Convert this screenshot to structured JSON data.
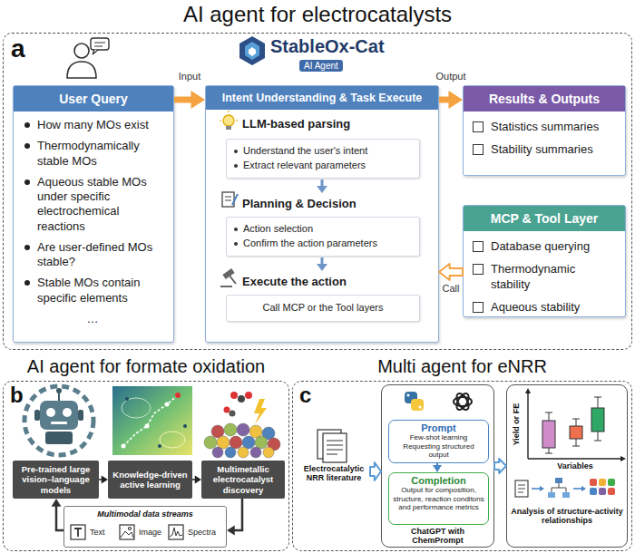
{
  "diagram": {
    "nodes": [
      {
        "text": [
          "AI agent for electrocatalysts",
          "a"
        ]
      },
      {
        "text": [
          "User Query",
          "How many MOs exist",
          "Thermodynamically stable MOs",
          "Aqueous stable MOs under specific electrochemical reactions",
          "Are user-defined MOs stable?",
          "Stable MOs contain specific elements",
          "…"
        ],
        "in": 0
      },
      {
        "text": [
          "Intent Understanding & Task Execute",
          "LLM-based parsing",
          "Planning & Decision",
          "Execute the action"
        ],
        "in": 0
      },
      {
        "text": [
          "Understand the user's intent",
          "Extract relevant parameters"
        ],
        "in": 2
      },
      {
        "text": [
          "Action selection",
          "Confirm the action parameters"
        ],
        "in": 2
      },
      {
        "text": [
          "Call MCP or the Tool layers"
        ],
        "in": 2
      },
      {
        "text": [
          "Results & Outputs",
          "Statistics summaries",
          "Stability summaries"
        ],
        "in": 0
      },
      {
        "text": [
          "MCP & Tool Layer",
          "Database querying",
          "Thermodynamic stability",
          "Aqueous stability"
        ],
        "in": 0
      },
      {
        "text": [
          "AI agent for formate oxidation",
          "b"
        ]
      },
      {
        "text": [
          "Pre-trained large vision–language models"
        ],
        "in": 8
      },
      {
        "text": [
          "Knowledge-driven active learning"
        ],
        "in": 8
      },
      {
        "text": [
          "Multimetallic electrocatalyst discovery"
        ],
        "in": 8
      },
      {
        "text": [
          "Multimodal data streams",
          "Text",
          "Image",
          "Spectra"
        ],
        "in": 8
      },
      {
        "text": [
          "Multi agent for eNRR",
          "c"
        ]
      },
      {
        "text": [
          "Electrocatalytic NRR literature"
        ],
        "in": 13
      },
      {
        "text": [
          "ChatGPT with ChemPrompt"
        ],
        "in": 13
      },
      {
        "text": [
          "Prompt",
          "Few-shot learning Requesting structured output"
        ],
        "in": 15
      },
      {
        "text": [
          "Completion",
          "Output for composition, structure, reaction conditons and performance metrics"
        ],
        "in": 15
      },
      {
        "text": [
          "Yield or FE",
          "Variables",
          "Analysis of structure-activity relationships"
        ],
        "in": 13
      }
    ],
    "edges": [
      {
        "from": 1,
        "to": 2,
        "arrow": "to",
        "label": "Input"
      },
      {
        "from": 2,
        "to": 6,
        "arrow": "to",
        "label": "Output"
      },
      {
        "from": 7,
        "to": 2,
        "arrow": "to",
        "label": "Call"
      },
      {
        "from": 9,
        "to": 10,
        "arrow": "to"
      },
      {
        "from": 10,
        "to": 11,
        "arrow": "to"
      },
      {
        "from": 12,
        "to": 9,
        "arrow": "to"
      },
      {
        "from": 11,
        "to": 12,
        "arrow": "to"
      },
      {
        "from": 14,
        "to": 15,
        "arrow": "to"
      },
      {
        "from": 15,
        "to": 18,
        "arrow": "to"
      },
      {
        "from": 16,
        "to": 17,
        "arrow": "to"
      }
    ],
    "labels": [
      "StableOx-Cat",
      "AI Agent"
    ]
  }
}
